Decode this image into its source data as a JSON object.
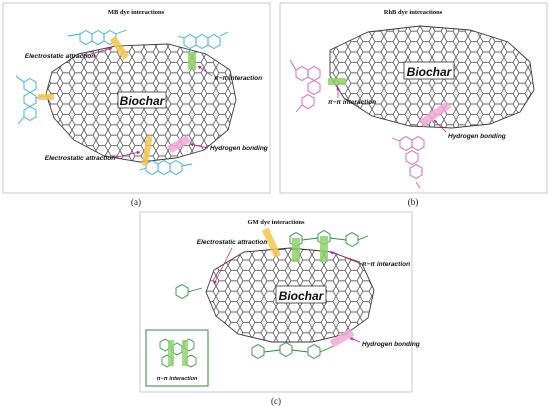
{
  "panels": {
    "a": {
      "title": "MB dye interactions",
      "core_label": "Biochar",
      "sub_label": "(a)",
      "annotations": {
        "electrostatic_top": "Electrostatic attraction",
        "pi_pi": "π−π interaction",
        "electrostatic_bottom": "Electrostatic attraction",
        "hydrogen": "Hydrogen bonding"
      }
    },
    "b": {
      "title": "RhB dye interactions",
      "core_label": "Biochar",
      "sub_label": "(b)",
      "annotations": {
        "pi_pi": "π−π interaction",
        "hydrogen": "Hydrogen bonding"
      }
    },
    "c": {
      "title": "GM dye interactions",
      "core_label": "Biochar",
      "sub_label": "(c)",
      "annotations": {
        "electrostatic": "Electrostatic attraction",
        "pi_pi": "π−π interaction",
        "hydrogen": "Hydrogen bonding",
        "inset_pi_pi": "π−π interaction"
      }
    }
  },
  "colors": {
    "mb_dye": "#3aa8d8",
    "rhb_dye": "#d05fb0",
    "gm_dye": "#2e8b3e",
    "electrostatic_highlight": "#f7c64b",
    "pi_highlight": "#8fd16b",
    "hbond_highlight": "#f4a8d6",
    "biochar": "#333333",
    "callout": "#c2188f"
  }
}
